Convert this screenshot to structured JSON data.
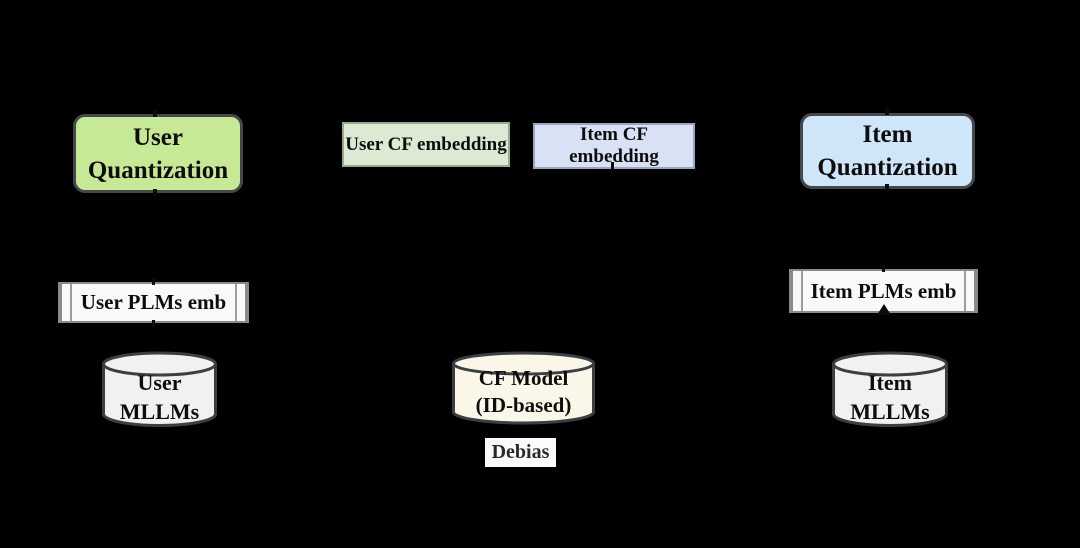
{
  "diagram": {
    "title": "User/Item quantization and CF model diagram",
    "background_color": "#000000",
    "palette": {
      "user_green_fill": "#c7e894",
      "item_blue_fill": "#cfe5f8",
      "cf_green_fill": "#dcead3",
      "cf_blue_fill": "#d9e2f4",
      "plms_fill": "#f9f9f9",
      "cylinder_gray_fill": "#f1f1f1",
      "cylinder_cream_fill": "#faf7e8",
      "dark_border": "#44484c",
      "gray_border": "#8a8a8a"
    },
    "nodes": {
      "user_quantization": {
        "line1": "User",
        "line2": "Quantization"
      },
      "item_quantization": {
        "line1": "Item",
        "line2": "Quantization"
      },
      "user_cf_embedding": {
        "label": "User CF embedding"
      },
      "item_cf_embedding": {
        "label": "Item CF embedding"
      },
      "user_plms_emb": {
        "label": "User PLMs emb"
      },
      "item_plms_emb": {
        "label": "Item PLMs emb"
      },
      "user_mllms": {
        "line1": "User",
        "line2": "MLLMs"
      },
      "cf_model": {
        "line1": "CF Model",
        "line2": "(ID-based)"
      },
      "item_mllms": {
        "line1": "Item",
        "line2": "MLLMs"
      },
      "debias": {
        "label": "Debias"
      }
    }
  }
}
